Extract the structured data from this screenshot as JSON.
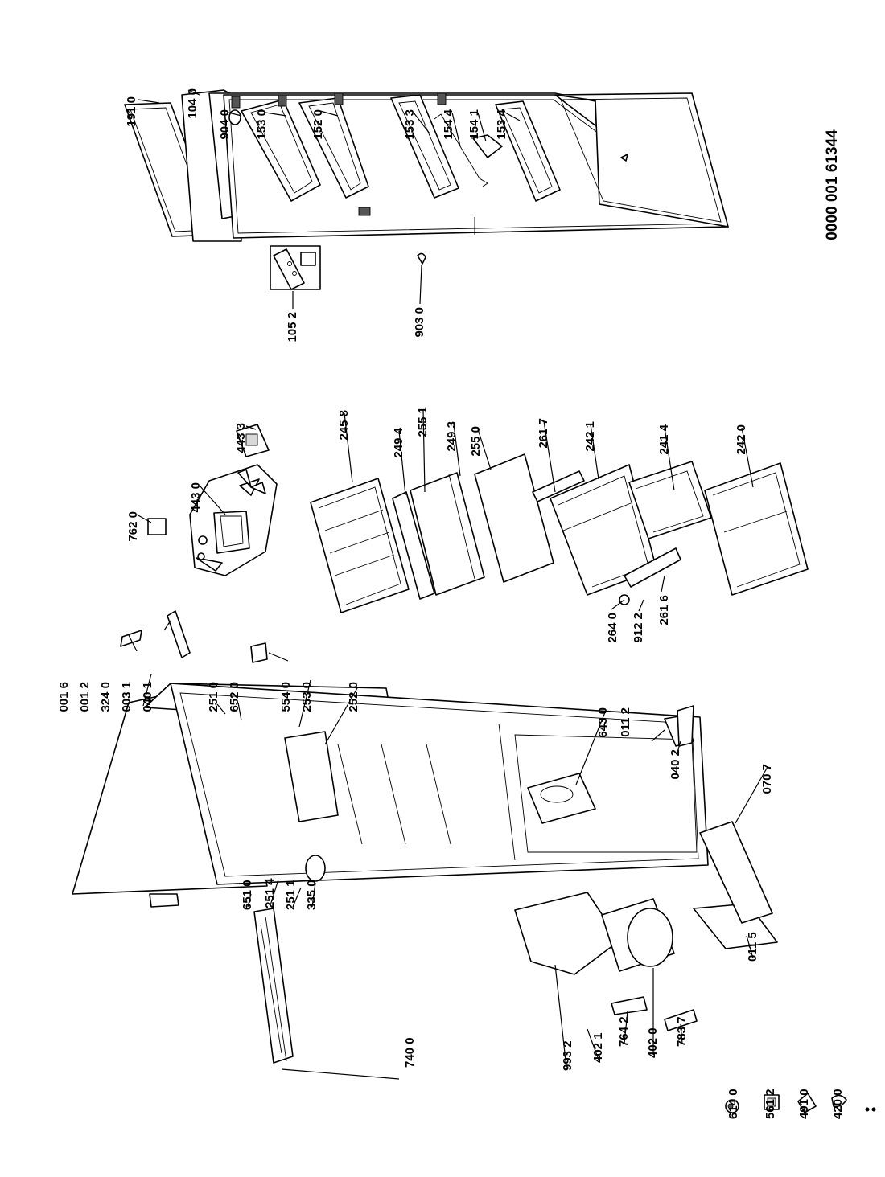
{
  "document_number": "0000 001 61344",
  "parts": [
    {
      "id": "p1910",
      "code": "191 0"
    },
    {
      "id": "p1040",
      "code": "104 0"
    },
    {
      "id": "p9040",
      "code": "904 0"
    },
    {
      "id": "p1530",
      "code": "153 0"
    },
    {
      "id": "p1520",
      "code": "152 0"
    },
    {
      "id": "p1533",
      "code": "153 3"
    },
    {
      "id": "p1544",
      "code": "154 4"
    },
    {
      "id": "p1541",
      "code": "154 1"
    },
    {
      "id": "p1534",
      "code": "153 4"
    },
    {
      "id": "p1052",
      "code": "105 2"
    },
    {
      "id": "p9030",
      "code": "903 0"
    },
    {
      "id": "p7620",
      "code": "762 0"
    },
    {
      "id": "p4430",
      "code": "443 0"
    },
    {
      "id": "p4433",
      "code": "443 3"
    },
    {
      "id": "p2458",
      "code": "245 8"
    },
    {
      "id": "p2494",
      "code": "249 4"
    },
    {
      "id": "p2551",
      "code": "255 1"
    },
    {
      "id": "p2493",
      "code": "249 3"
    },
    {
      "id": "p2550",
      "code": "255 0"
    },
    {
      "id": "p2617",
      "code": "261 7"
    },
    {
      "id": "p2421",
      "code": "242 1"
    },
    {
      "id": "p2414",
      "code": "241 4"
    },
    {
      "id": "p2420",
      "code": "242 0"
    },
    {
      "id": "p2640",
      "code": "264 0"
    },
    {
      "id": "p9122",
      "code": "912 2"
    },
    {
      "id": "p2616",
      "code": "261 6"
    },
    {
      "id": "p0016",
      "code": "001 6"
    },
    {
      "id": "p0012",
      "code": "001 2"
    },
    {
      "id": "p3240",
      "code": "324 0"
    },
    {
      "id": "p0031",
      "code": "003 1"
    },
    {
      "id": "p0401",
      "code": "040 1"
    },
    {
      "id": "p2510",
      "code": "251 0"
    },
    {
      "id": "p6520",
      "code": "652 0"
    },
    {
      "id": "p5540",
      "code": "554 0"
    },
    {
      "id": "p2530",
      "code": "253 0"
    },
    {
      "id": "p2520",
      "code": "252 0"
    },
    {
      "id": "p6430",
      "code": "643 0"
    },
    {
      "id": "p0112",
      "code": "011 2"
    },
    {
      "id": "p0402",
      "code": "040 2"
    },
    {
      "id": "p0707",
      "code": "070 7"
    },
    {
      "id": "p6510",
      "code": "651 0"
    },
    {
      "id": "p2514",
      "code": "251 4"
    },
    {
      "id": "p2511",
      "code": "251 1"
    },
    {
      "id": "p3350",
      "code": "335 0"
    },
    {
      "id": "p0115",
      "code": "011 5"
    },
    {
      "id": "p7400",
      "code": "740 0"
    },
    {
      "id": "p9932",
      "code": "993 2"
    },
    {
      "id": "p4021",
      "code": "402 1"
    },
    {
      "id": "p7642",
      "code": "764 2"
    },
    {
      "id": "p4020",
      "code": "402 0"
    },
    {
      "id": "p7837",
      "code": "783 7"
    },
    {
      "id": "p6140",
      "code": "614 0"
    },
    {
      "id": "p5612",
      "code": "561 2"
    },
    {
      "id": "p4910",
      "code": "491 0"
    },
    {
      "id": "p4200",
      "code": "420 0"
    }
  ]
}
